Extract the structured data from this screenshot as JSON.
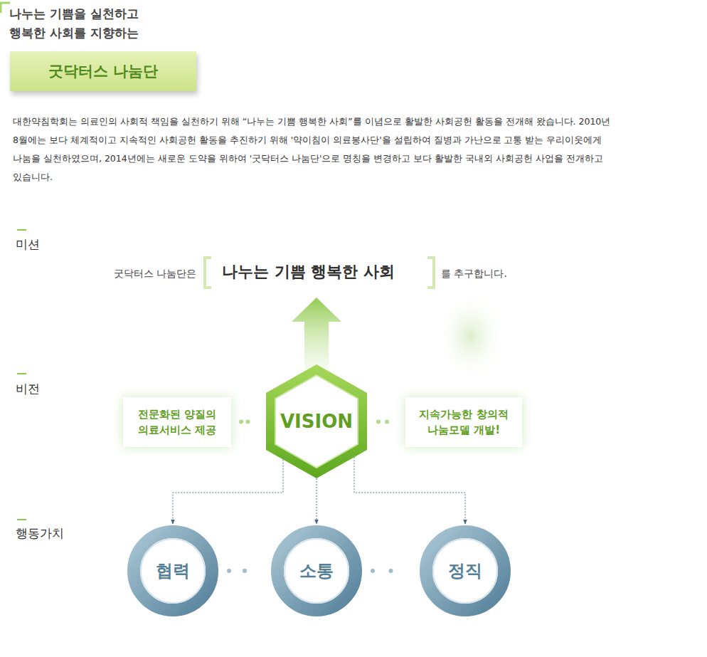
{
  "diagram": {
    "title": "나누는 기쁨을 실천하고 행복한 사회를 지향하는",
    "nodes": [
      {
        "text": [
          "굿닥터스 나눔단"
        ]
      },
      {
        "text": [
          "전문화된 양질의 의료서비스 제공"
        ]
      },
      {
        "text": [
          "VISION"
        ]
      },
      {
        "text": [
          "지속가능한 창의적 나눔모델 개발!"
        ]
      },
      {
        "text": [
          "협력"
        ]
      },
      {
        "text": [
          "소통"
        ]
      },
      {
        "text": [
          "정직"
        ]
      }
    ],
    "edges": [
      {
        "from": 1,
        "to": 2,
        "arrow": "none"
      },
      {
        "from": 2,
        "to": 3,
        "arrow": "none"
      },
      {
        "from": 2,
        "to": 4,
        "arrow": "to"
      },
      {
        "from": 2,
        "to": 5,
        "arrow": "to"
      },
      {
        "from": 2,
        "to": 6,
        "arrow": "to"
      },
      {
        "from": 4,
        "to": 5,
        "arrow": "none"
      },
      {
        "from": 5,
        "to": 6,
        "arrow": "none"
      }
    ],
    "labels": [
      "대한약침학회는 의료인의 사회적 책임을 실천하기 위해 “나누는 기쁨 행복한 사회”를 이념으로 활발한 사회공헌 활동을 전개해 왔습니다. 2010년 8월에는 보다 체계적이고 지속적인 사회공헌 활동을 추진하기 위해 '약이침이 의료봉사단'을 설립하여 질병과 가난으로 고통 받는 우리이웃에게 나눔을 실천하였으며, 2014년에는 새로운 도약을 위하여 '굿닥터스 나눔단'으로 명칭을 변경하고 보다 활발한 국내외 사회공헌 사업을 전개하고 있습니다.",
      "미션",
      "굿닥터스 나눔단은",
      "나누는 기쁨 행복한 사회",
      "를 추구합니다.",
      "비전",
      "행동가치"
    ]
  }
}
